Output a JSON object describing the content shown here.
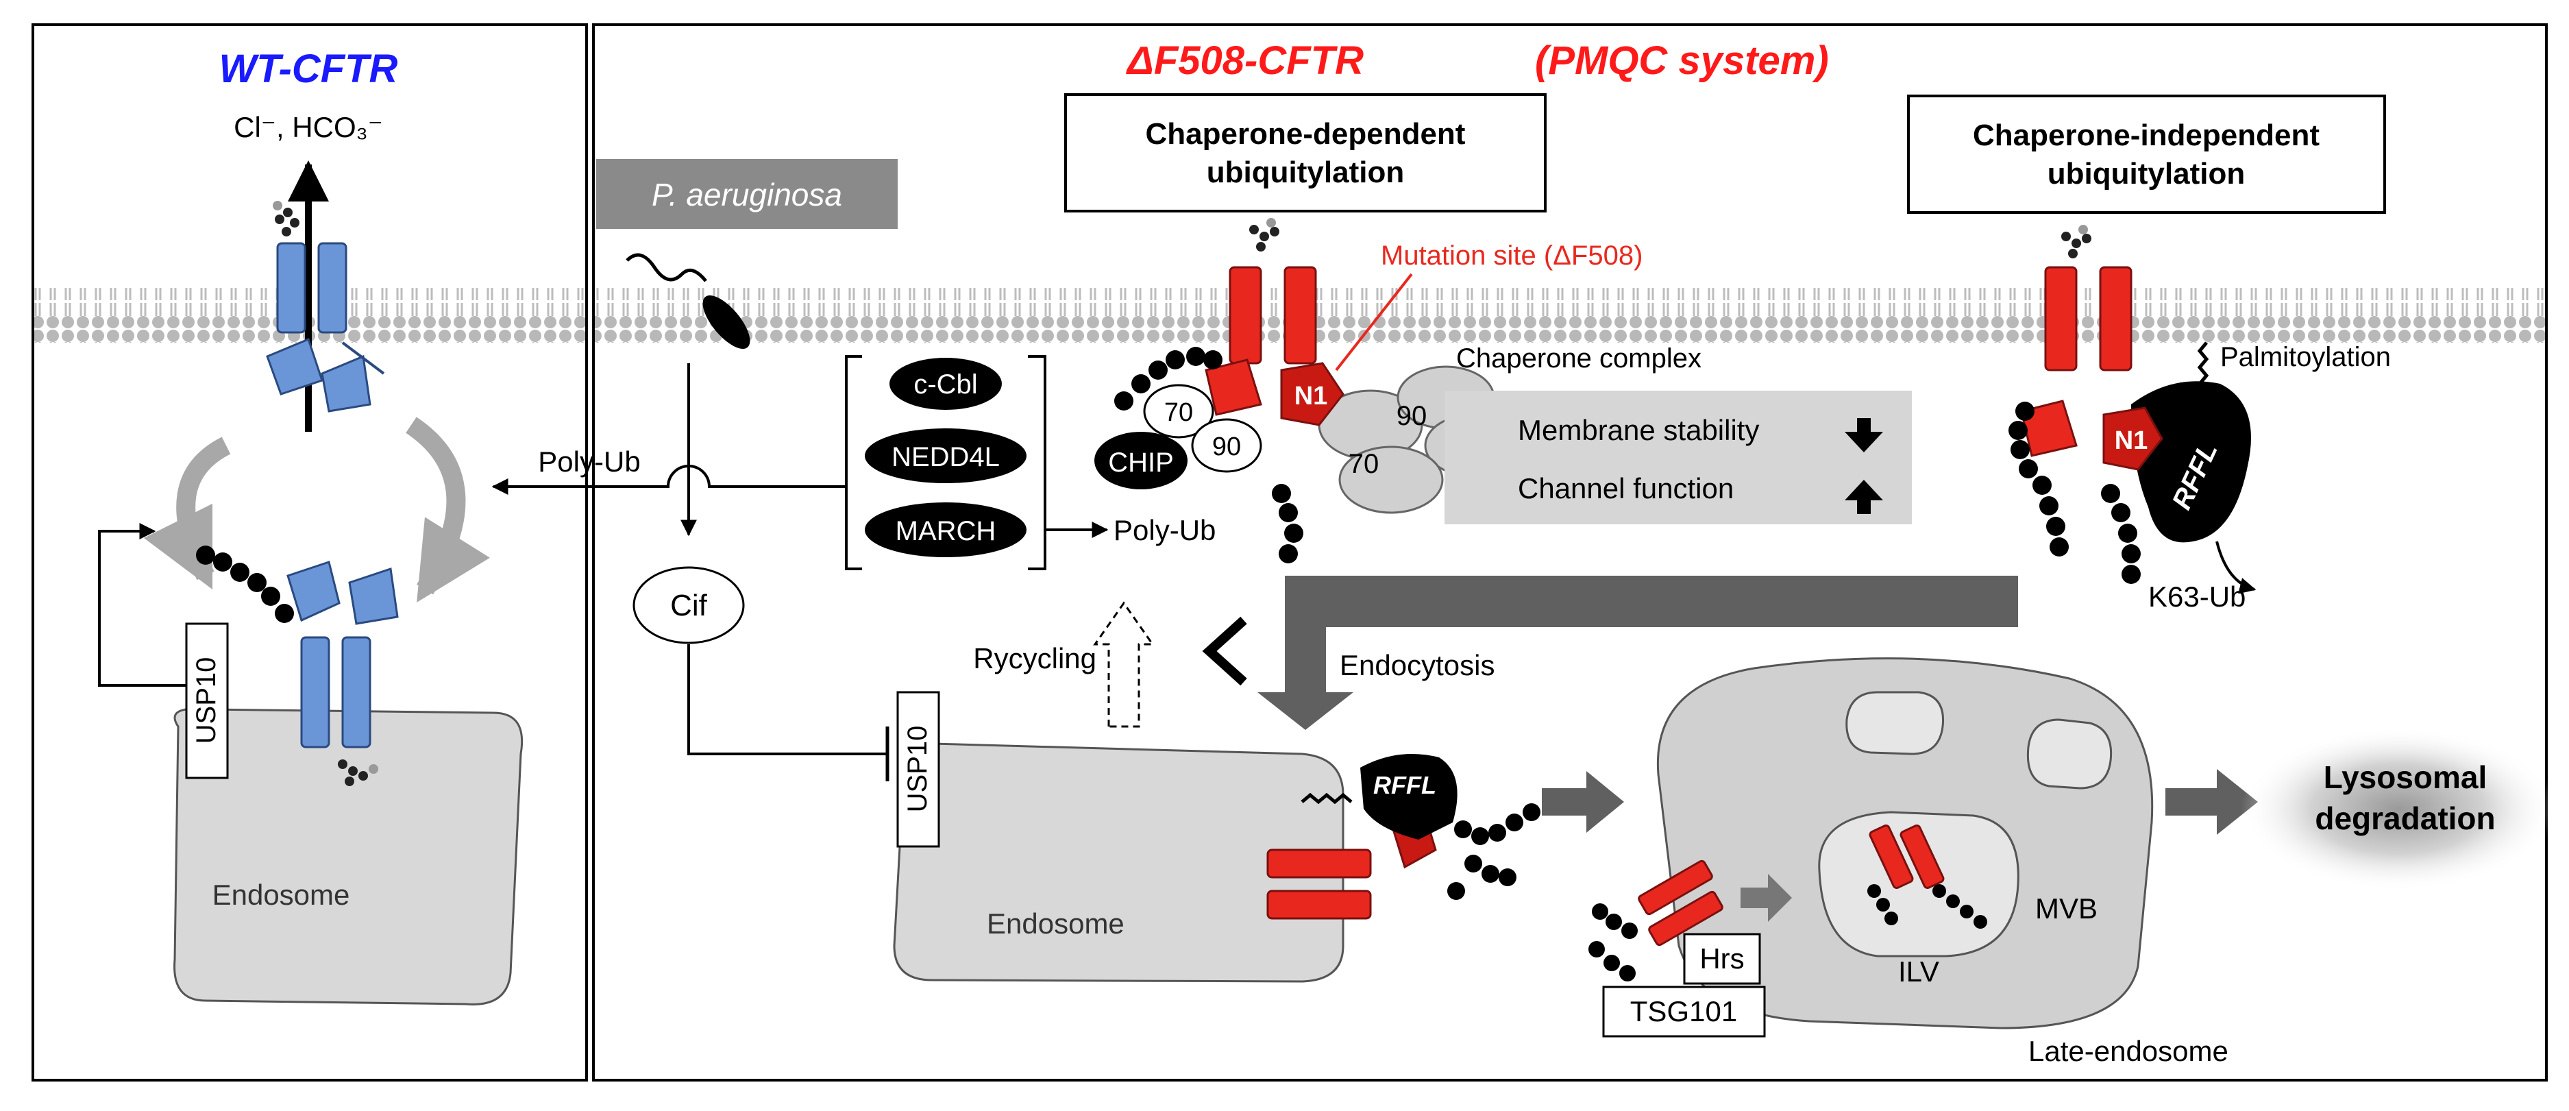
{
  "wt_panel": {
    "title": "WT-CFTR",
    "ions": "Cl⁻, HCO₃⁻",
    "usp10": "USP10",
    "endosome": "Endosome",
    "poly_ub": "Poly-Ub"
  },
  "df_panel": {
    "title_mut": "ΔF508-CFTR",
    "title_sys": "(PMQC system)",
    "pathogen": "P. aeruginosa",
    "cif": "Cif",
    "dep_box": [
      "Chaperone-dependent",
      "ubiquitylation"
    ],
    "indep_box": [
      "Chaperone-independent",
      "ubiquitylation"
    ],
    "mutation_site": "Mutation site (ΔF508)",
    "chaperone_complex": "Chaperone complex",
    "e3": [
      "c-Cbl",
      "NEDD4L",
      "MARCH"
    ],
    "chip": "CHIP",
    "hsp70": "70",
    "hsp90": "90",
    "n1": "N1",
    "poly_ub": "Poly-Ub",
    "effects": [
      {
        "label": "Membrane stability",
        "direction": "down"
      },
      {
        "label": "Channel function",
        "direction": "up"
      }
    ],
    "palmitoylation": "Palmitoylation",
    "rffl": "RFFL",
    "k63": "K63-Ub",
    "recycling": "Rycycling",
    "endocytosis": "Endocytosis",
    "usp10": "USP10",
    "endosome": "Endosome",
    "hrs": "Hrs",
    "tsg101": "TSG101",
    "ilv": "ILV",
    "mvb": "MVB",
    "late_endosome": "Late-endosome",
    "lysosomal": [
      "Lysosomal",
      "degradation"
    ]
  },
  "colors": {
    "wt_title": "#1a1aff",
    "df_title": "#ff1a1a",
    "mutant": "#e8281e",
    "wild_type": "#6a96d8",
    "endosome_fill": "#d8d8d8",
    "grey_box": "#d6d6d6",
    "arrow_grey": "#606060"
  }
}
